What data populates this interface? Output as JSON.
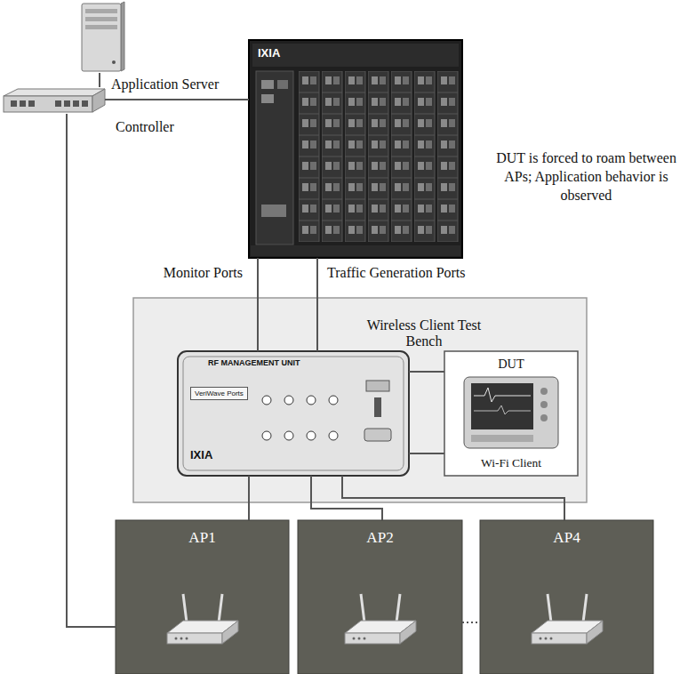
{
  "diagram": {
    "nodes": [
      {
        "text": [
          "Application Server"
        ]
      },
      {
        "text": [
          "Controller"
        ]
      },
      {
        "text": [
          "IXIA"
        ]
      },
      {
        "text": [
          "Wireless Client Test Bench"
        ]
      },
      {
        "text": [
          "RF MANAGEMENT UNIT",
          "VeriWave Ports",
          "IXIA"
        ],
        "in": 3
      },
      {
        "text": [
          "DUT",
          "Wi-Fi Client"
        ],
        "in": 3
      },
      {
        "text": [
          "AP1"
        ]
      },
      {
        "text": [
          "AP2"
        ]
      },
      {
        "text": [
          "AP4"
        ]
      }
    ],
    "edges": [
      {
        "from": 0,
        "to": 1,
        "arrow": "none"
      },
      {
        "from": 1,
        "to": 2,
        "arrow": "none"
      },
      {
        "from": 1,
        "to": 6,
        "arrow": "none"
      },
      {
        "from": 2,
        "to": 4,
        "label": "Monitor Ports",
        "arrow": "none"
      },
      {
        "from": 2,
        "to": 4,
        "label": "Traffic Generation Ports",
        "arrow": "none"
      },
      {
        "from": 4,
        "to": 5,
        "arrow": "none"
      },
      {
        "from": 4,
        "to": 5,
        "arrow": "none"
      },
      {
        "from": 4,
        "to": 6,
        "arrow": "none"
      },
      {
        "from": 4,
        "to": 7,
        "arrow": "none"
      },
      {
        "from": 4,
        "to": 8,
        "arrow": "none"
      },
      {
        "from": 7,
        "to": 8,
        "arrow": "none"
      }
    ],
    "labels": [
      "DUT is forced to roam between APs; Application behavior is observed"
    ]
  }
}
